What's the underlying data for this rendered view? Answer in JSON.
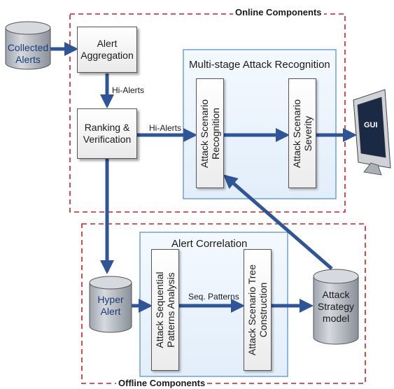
{
  "sections": {
    "online": "Online Components",
    "offline": "Offline Components"
  },
  "groups": {
    "multistage": "Multi-stage Attack Recognition",
    "correlation": "Alert Correlation"
  },
  "nodes": {
    "collected_alerts": [
      "Collected",
      "Alerts"
    ],
    "alert_aggregation": [
      "Alert",
      "Aggregation"
    ],
    "ranking_verification": [
      "Ranking &",
      "Verification"
    ],
    "asr": [
      "Attack Scenario",
      "Recognition"
    ],
    "ass": [
      "Attack Scenario",
      "Severity"
    ],
    "gui": "GUI",
    "hyper_alert": [
      "Hyper",
      "Alert"
    ],
    "aspa": [
      "Attack Sequential",
      "Patterns Analysis"
    ],
    "astc": [
      "Attack Scenario Tree",
      "Construction"
    ],
    "strategy_model": [
      "Attack",
      "Strategy",
      "model"
    ]
  },
  "edges": {
    "hi_alerts_1": "Hi-Alerts",
    "hi_alerts_2": "Hi-Alerts",
    "seq_patterns": "Seq. Patterns"
  },
  "colors": {
    "dashed_border": "#c8202a",
    "arrow": "#2f5597",
    "group_border": "#6fa0d8",
    "group_fill": "#eef5fc",
    "cylinder_fill": "#bfc4cc"
  }
}
